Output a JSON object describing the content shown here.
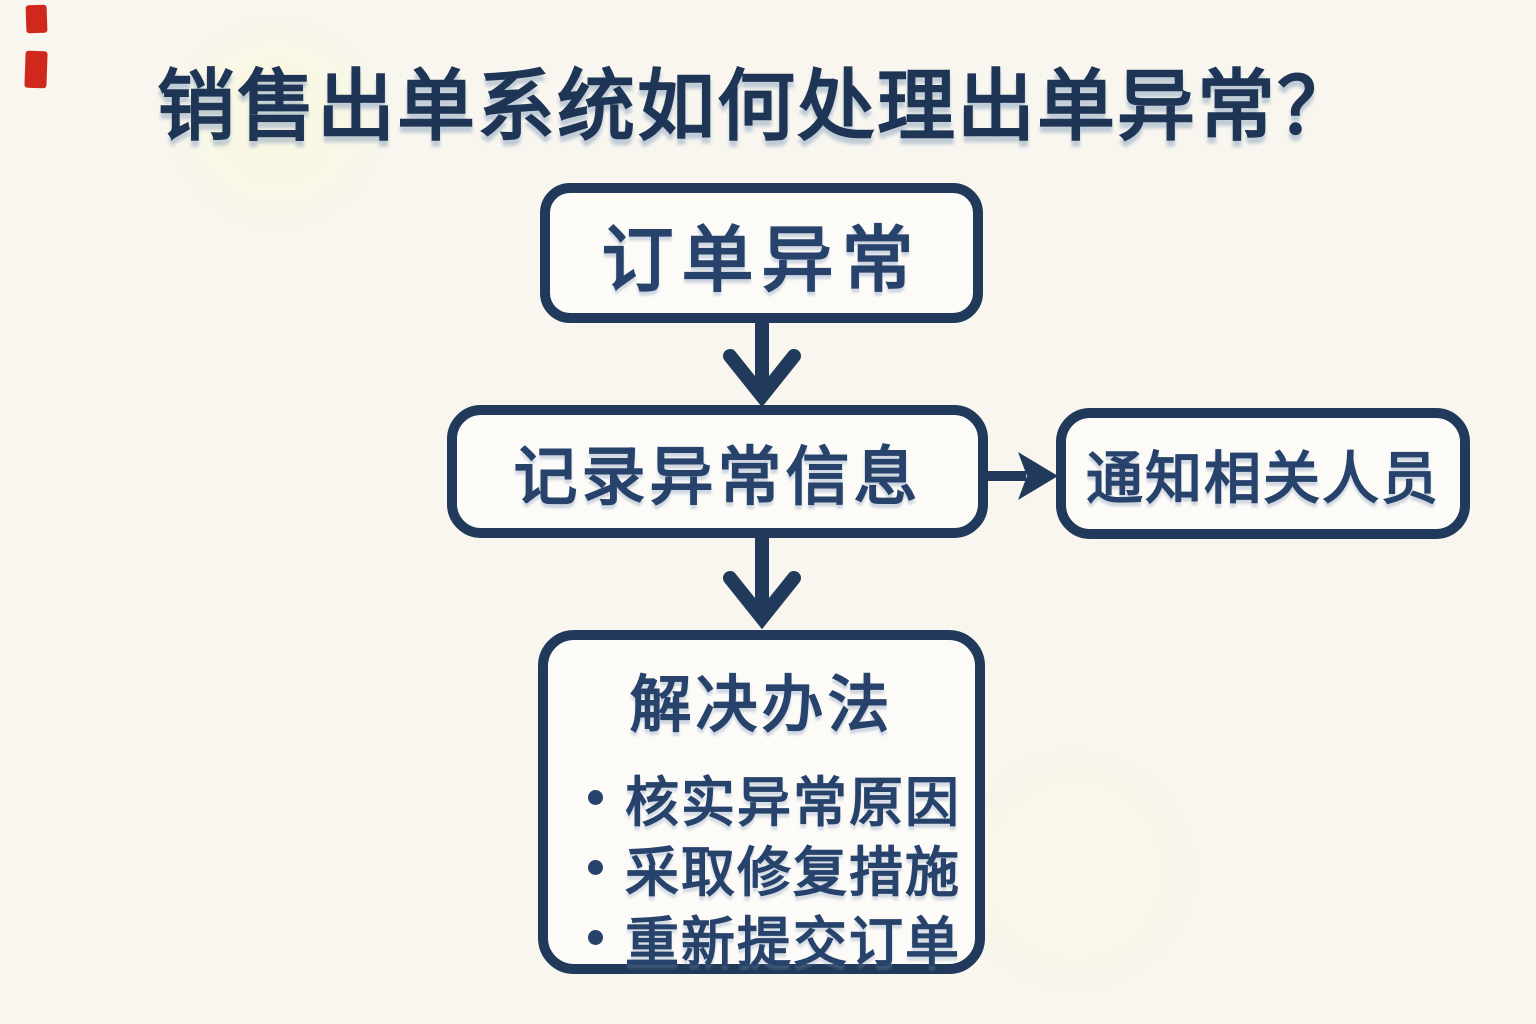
{
  "title": "销售出单系统如何处理出单异常？",
  "colors": {
    "background": "#f8f6ef",
    "ink": "#21395a",
    "node_fill": "#fcfbf7",
    "red_artifact": "#d0281c"
  },
  "flow": {
    "nodes": [
      {
        "id": "order-exception",
        "label": "订单异常"
      },
      {
        "id": "record-info",
        "label": "记录异常信息"
      },
      {
        "id": "notify-staff",
        "label": "通知相关人员"
      },
      {
        "id": "solution",
        "label": "解决办法"
      }
    ],
    "solution_bullets": [
      "核实异常原因",
      "采取修复措施",
      "重新提交订单"
    ],
    "connections": [
      {
        "from": "订单异常",
        "to": "记录异常信息",
        "direction": "down"
      },
      {
        "from": "记录异常信息",
        "to": "通知相关人员",
        "direction": "right"
      },
      {
        "from": "记录异常信息",
        "to": "解决办法",
        "direction": "down"
      }
    ]
  }
}
